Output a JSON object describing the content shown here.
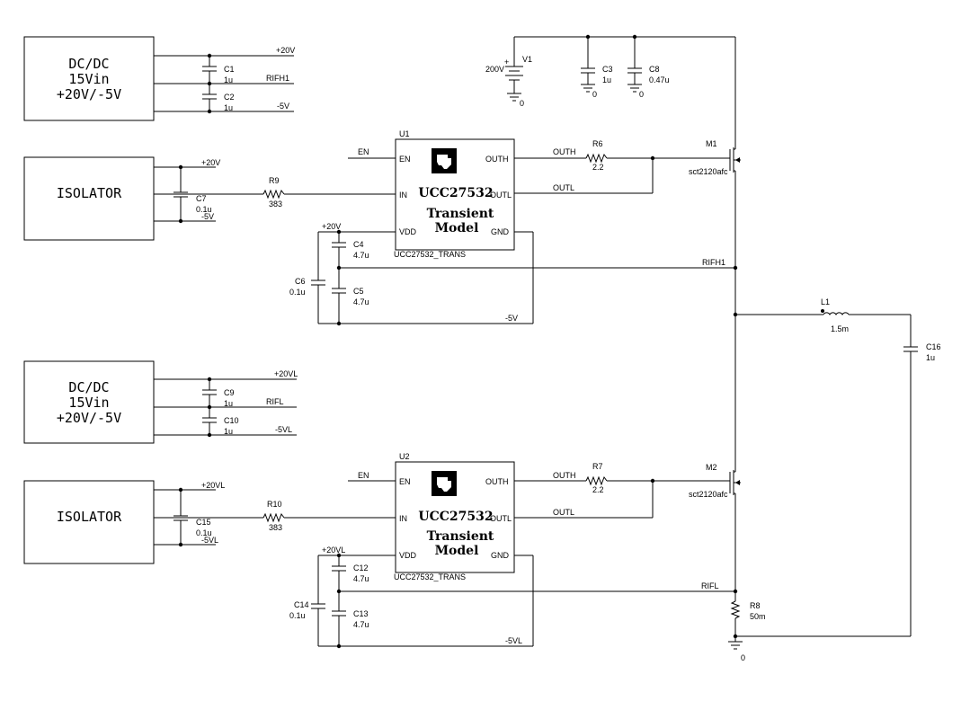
{
  "blocks": {
    "dcdc_top": [
      "DC/DC",
      "15Vin",
      "+20V/-5V"
    ],
    "isolator_top": "ISOLATOR",
    "dcdc_bottom": [
      "DC/DC",
      "15Vin",
      "+20V/-5V"
    ],
    "isolator_bottom": "ISOLATOR"
  },
  "nets": {
    "p20v": "+20V",
    "rifh1": "RIFH1",
    "m5v": "-5V",
    "p20vl": "+20VL",
    "rifl": "RIFL",
    "m5vl": "-5VL",
    "en": "EN",
    "outh": "OUTH",
    "outl": "OUTL",
    "gnd": "0"
  },
  "drivers": {
    "u1": {
      "ref": "U1",
      "part_lines": [
        "UCC27532",
        "Transient",
        "Model"
      ],
      "model": "UCC27532_TRANS",
      "pins": {
        "en": "EN",
        "in": "IN",
        "vdd": "VDD",
        "outh": "OUTH",
        "outl": "OUTL",
        "gnd": "GND"
      }
    },
    "u2": {
      "ref": "U2",
      "part_lines": [
        "UCC27532",
        "Transient",
        "Model"
      ],
      "model": "UCC27532_TRANS",
      "pins": {
        "en": "EN",
        "in": "IN",
        "vdd": "VDD",
        "outh": "OUTH",
        "outl": "OUTL",
        "gnd": "GND"
      }
    }
  },
  "components": {
    "C1": {
      "ref": "C1",
      "val": "1u"
    },
    "C2": {
      "ref": "C2",
      "val": "1u"
    },
    "C3": {
      "ref": "C3",
      "val": "1u"
    },
    "C4": {
      "ref": "C4",
      "val": "4.7u"
    },
    "C5": {
      "ref": "C5",
      "val": "4.7u"
    },
    "C6": {
      "ref": "C6",
      "val": "0.1u"
    },
    "C7": {
      "ref": "C7",
      "val": "0.1u"
    },
    "C8": {
      "ref": "C8",
      "val": "0.47u"
    },
    "C9": {
      "ref": "C9",
      "val": "1u"
    },
    "C10": {
      "ref": "C10",
      "val": "1u"
    },
    "C12": {
      "ref": "C12",
      "val": "4.7u"
    },
    "C13": {
      "ref": "C13",
      "val": "4.7u"
    },
    "C14": {
      "ref": "C14",
      "val": "0.1u"
    },
    "C15": {
      "ref": "C15",
      "val": "0.1u"
    },
    "C16": {
      "ref": "C16",
      "val": "1u"
    },
    "R6": {
      "ref": "R6",
      "val": "2.2"
    },
    "R7": {
      "ref": "R7",
      "val": "2.2"
    },
    "R8": {
      "ref": "R8",
      "val": "50m"
    },
    "R9": {
      "ref": "R9",
      "val": "383"
    },
    "R10": {
      "ref": "R10",
      "val": "383"
    },
    "L1": {
      "ref": "L1",
      "val": "1.5m"
    },
    "V1": {
      "ref": "V1",
      "val": "200V",
      "plus": "+"
    },
    "M1": {
      "ref": "M1",
      "val": "sct2120afc"
    },
    "M2": {
      "ref": "M2",
      "val": "sct2120afc"
    }
  }
}
